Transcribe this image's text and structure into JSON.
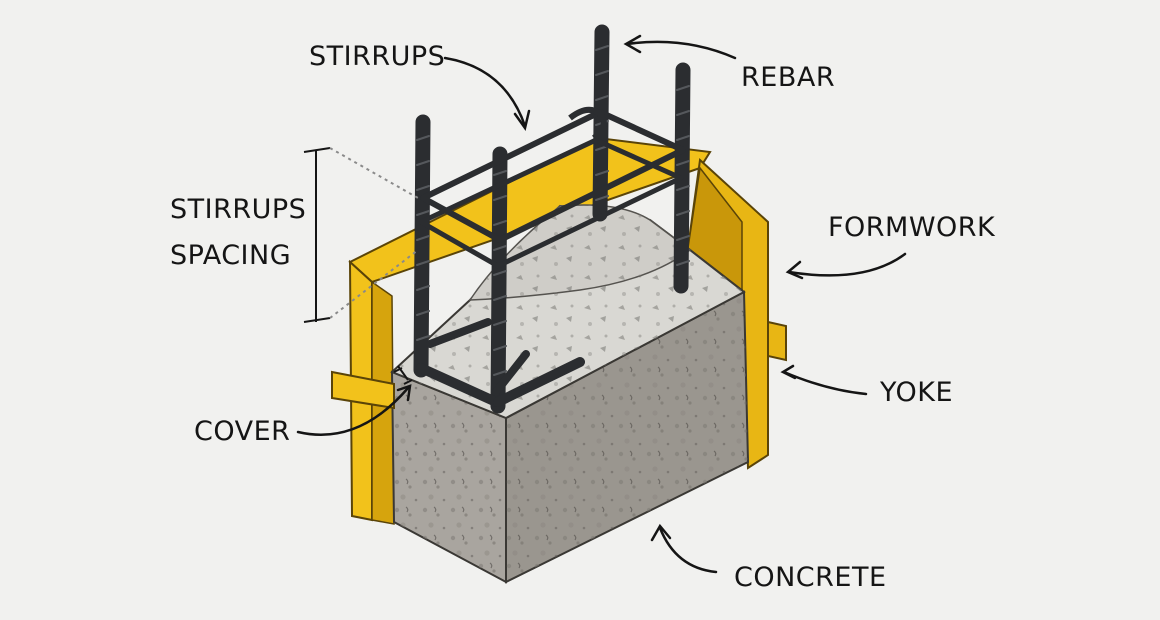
{
  "labels": {
    "stirrups": "STIRRUPS",
    "rebar": "REBAR",
    "stirrups_spacing_line1": "STIRRUPS",
    "stirrups_spacing_line2": "SPACING",
    "formwork": "FORMWORK",
    "yoke": "YOKE",
    "cover": "COVER",
    "concrete": "CONCRETE"
  },
  "colors": {
    "background": "#f1f1ef",
    "formwork": "#f2c21b",
    "formwork_dark": "#c9970a",
    "concrete": "#a9a59f",
    "concrete_dark": "#8d8983",
    "concrete_top": "#d9d8d3",
    "rebar": "#2b2d30",
    "ink": "#151515"
  }
}
